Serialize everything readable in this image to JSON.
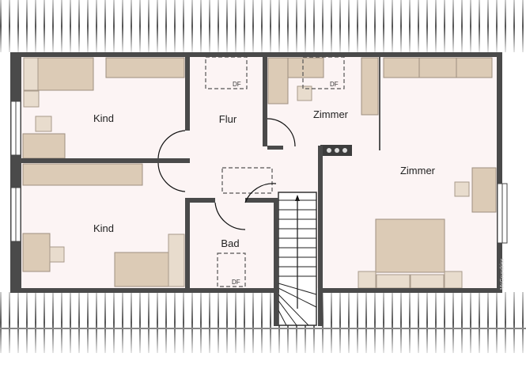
{
  "rooms": {
    "kind_top": "Kind",
    "kind_bottom": "Kind",
    "flur": "Flur",
    "zimmer_small": "Zimmer",
    "zimmer_large": "Zimmer",
    "bad": "Bad"
  },
  "skylight_label": "DF",
  "watermark": "McGrundriss",
  "colors": {
    "wall": "#4a4a4a",
    "floor": "#fcf4f4",
    "furniture": "#dccbb6"
  }
}
